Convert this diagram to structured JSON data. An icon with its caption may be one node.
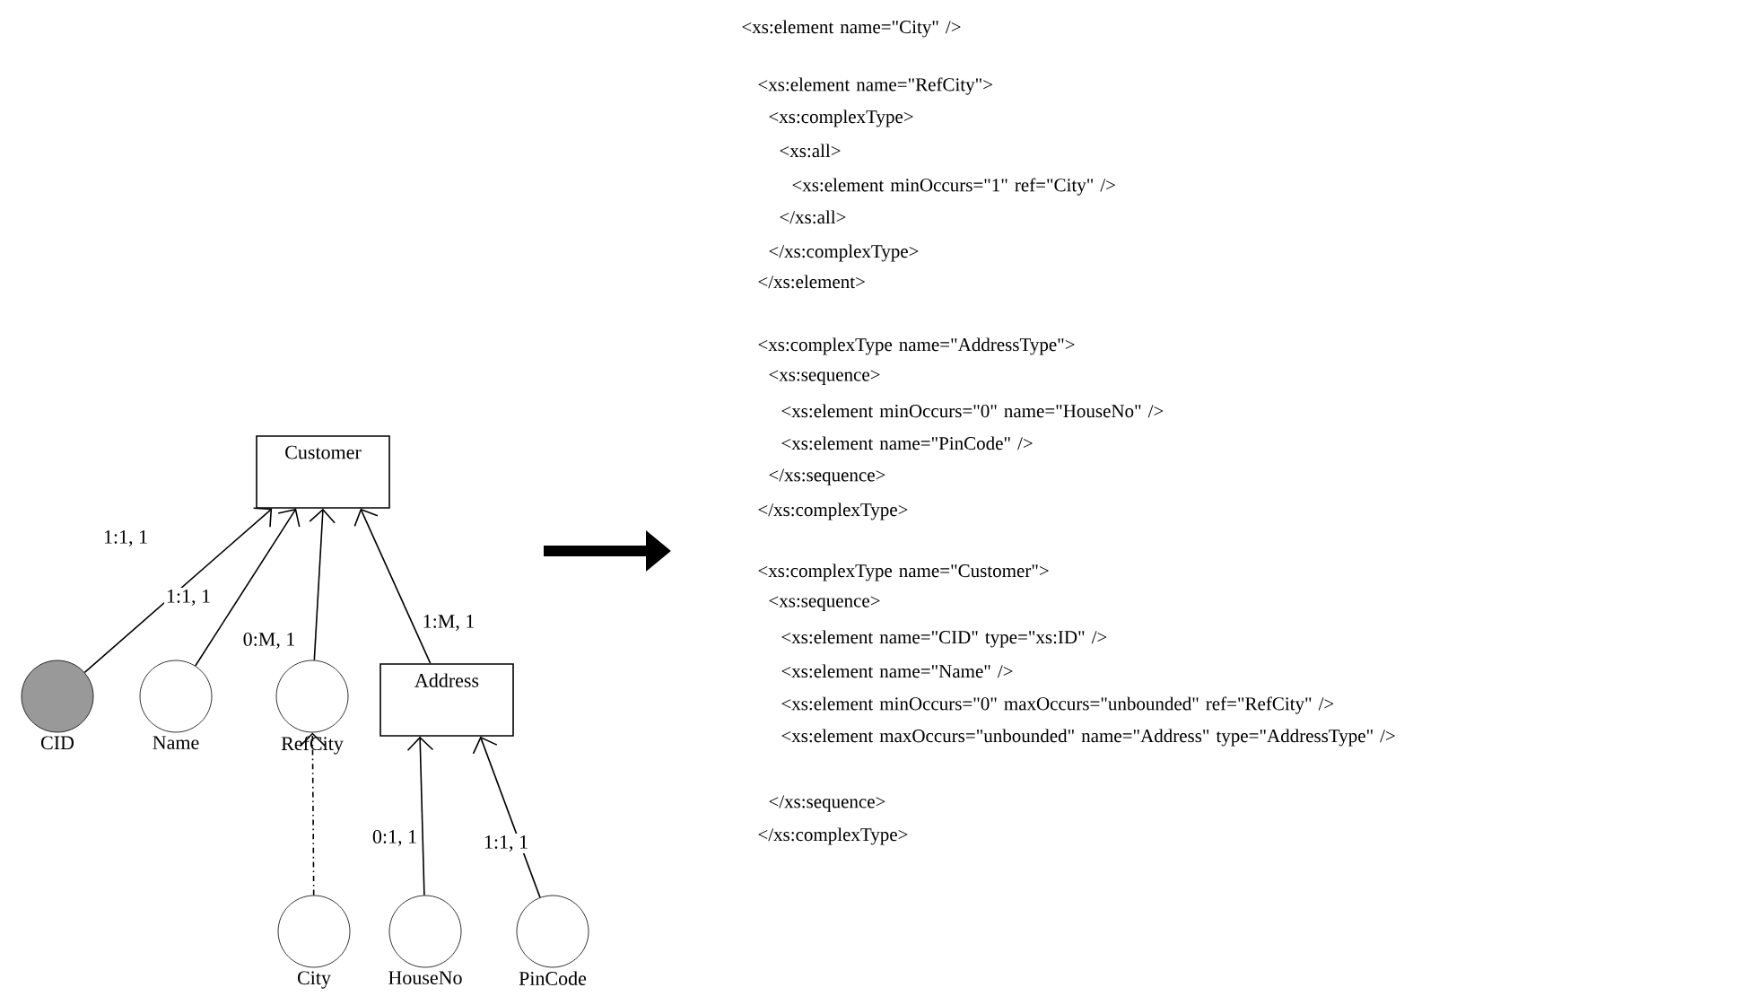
{
  "diagram": {
    "nodes": [
      {
        "text": [
          "Customer"
        ]
      },
      {
        "text": [
          "CID"
        ]
      },
      {
        "text": [
          "Name"
        ]
      },
      {
        "text": [
          "RefCity"
        ]
      },
      {
        "text": [
          "Address"
        ]
      },
      {
        "text": [
          "City"
        ]
      },
      {
        "text": [
          "HouseNo"
        ]
      },
      {
        "text": [
          "PinCode"
        ]
      }
    ],
    "edges": [
      {
        "from": 1,
        "to": 0,
        "arrow": "to",
        "label": "1:1, 1"
      },
      {
        "from": 2,
        "to": 0,
        "arrow": "to",
        "label": "1:1, 1"
      },
      {
        "from": 3,
        "to": 0,
        "arrow": "to",
        "label": "0:M, 1"
      },
      {
        "from": 4,
        "to": 0,
        "arrow": "to",
        "label": "1:M, 1"
      },
      {
        "from": 5,
        "to": 3,
        "arrow": "to",
        "style": "dashed"
      },
      {
        "from": 6,
        "to": 4,
        "arrow": "to",
        "label": "0:1, 1"
      },
      {
        "from": 7,
        "to": 4,
        "arrow": "to",
        "label": "1:1, 1"
      }
    ],
    "labels": [
      "<xs:element name=\"City\" />",
      "<xs:element name=\"RefCity\">",
      "<xs:complexType>",
      "<xs:all>",
      "<xs:element minOccurs=\"1\" ref=\"City\" />",
      "</xs:all>",
      "</xs:complexType>",
      "</xs:element>",
      "<xs:complexType name=\"AddressType\">",
      "<xs:sequence>",
      "<xs:element minOccurs=\"0\" name=\"HouseNo\" />",
      "<xs:element name=\"PinCode\" />",
      "</xs:sequence>",
      "</xs:complexType>",
      "<xs:complexType name=\"Customer\">",
      "<xs:sequence>",
      "<xs:element name=\"CID\" type=\"xs:ID\" />",
      "<xs:element name=\"Name\" />",
      "<xs:element minOccurs=\"0\" maxOccurs=\"unbounded\" ref=\"RefCity\" />",
      "<xs:element maxOccurs=\"unbounded\" name=\"Address\" type=\"AddressType\" />",
      "</xs:sequence>",
      "</xs:complexType>"
    ]
  }
}
